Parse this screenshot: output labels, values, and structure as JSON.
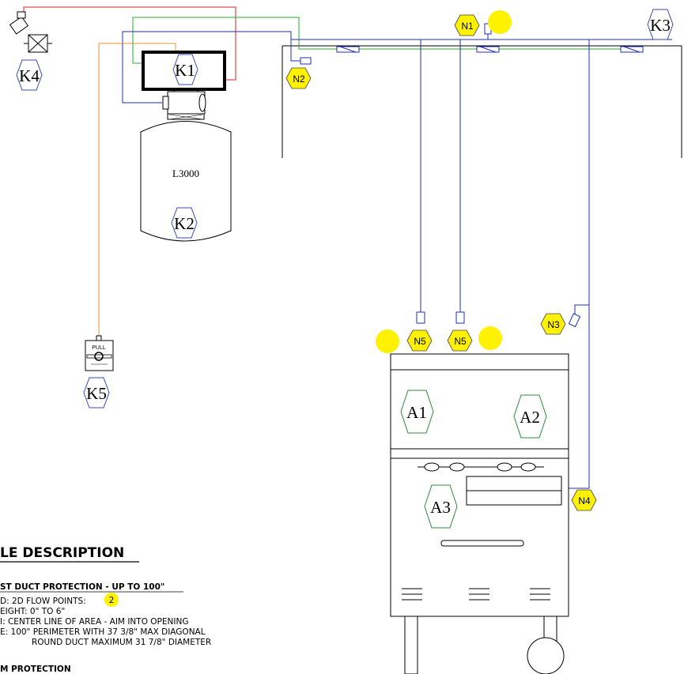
{
  "tank": {
    "model": "L3000"
  },
  "component_labels": {
    "k1": "K1",
    "k2": "K2",
    "k3": "K3",
    "k4": "K4",
    "k5": "K5"
  },
  "nozzle_labels": {
    "n1": "N1",
    "n2": "N2",
    "n3": "N3",
    "n4": "N4",
    "n5a": "N5",
    "n5b": "N5"
  },
  "area_labels": {
    "a1": "A1",
    "a2": "A2",
    "a3": "A3"
  },
  "pull_station": {
    "label": "PULL"
  },
  "description": {
    "heading": "LE DESCRIPTION",
    "section1_title": "ST DUCT PROTECTION - UP TO 100\"",
    "line1_prefix": "D: 2D   FLOW POINTS:",
    "flow_points": "2",
    "line2": "EIGHT: 0\" TO 6\"",
    "line3": "I:  CENTER LINE OF AREA - AIM INTO OPENING",
    "line4": "E: 100\" PERIMETER WITH  37 3/8\" MAX DIAGONAL",
    "line5": "ROUND DUCT MAXIMUM 31 7/8\" DIAMETER",
    "section2_title": "M PROTECTION"
  },
  "colors": {
    "pipe_blue": "#1f2fb4",
    "wire_red": "#d42020",
    "wire_green": "#22b02a",
    "cable_orange": "#e6962e",
    "hex_component": "#3a4ab8",
    "hex_area": "#2e8b3a",
    "badge_yellow": "#fff200"
  }
}
